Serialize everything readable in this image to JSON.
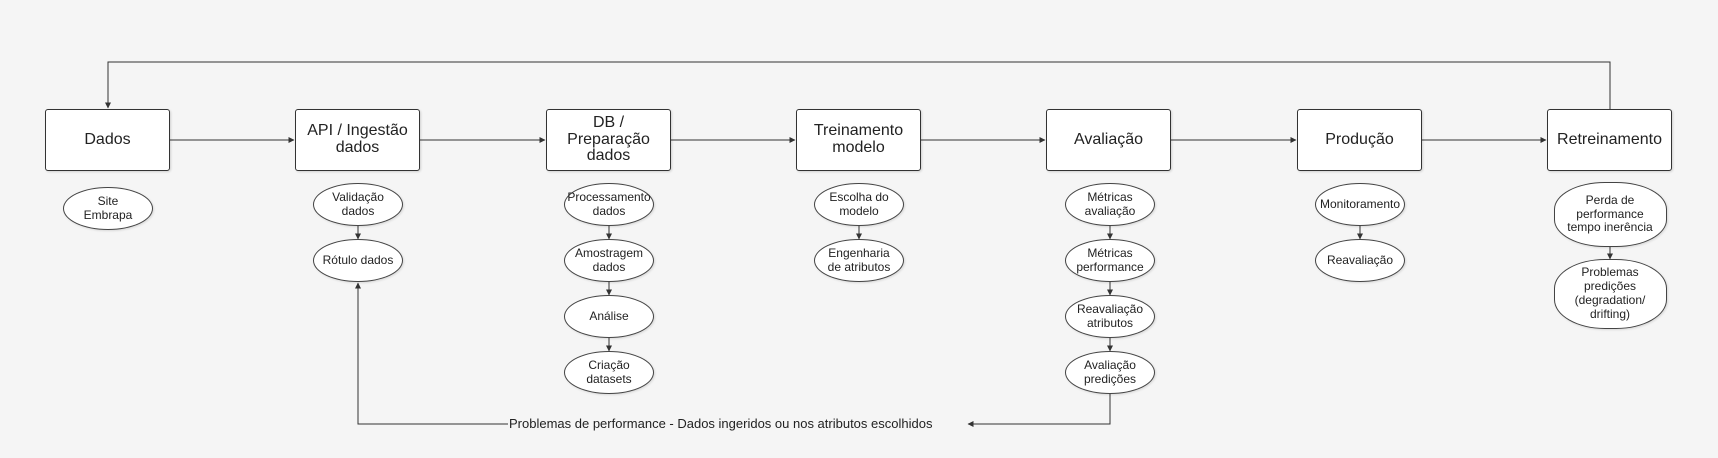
{
  "stages": [
    {
      "id": "dados",
      "label": "Dados"
    },
    {
      "id": "api",
      "label": "API / Ingestão\ndados"
    },
    {
      "id": "db",
      "label": "DB /\nPreparação\ndados"
    },
    {
      "id": "treino",
      "label": "Treinamento\nmodelo"
    },
    {
      "id": "avaliacao",
      "label": "Avaliação"
    },
    {
      "id": "producao",
      "label": "Produção"
    },
    {
      "id": "retreino",
      "label": "Retreinamento"
    }
  ],
  "substeps": {
    "dados": [
      "Site\nEmbrapa"
    ],
    "api": [
      "Validação\ndados",
      "Rótulo dados"
    ],
    "db": [
      "Processamento\ndados",
      "Amostragem\ndados",
      "Análise",
      "Criação\ndatasets"
    ],
    "treino": [
      "Escolha do\nmodelo",
      "Engenharia\nde atributos"
    ],
    "avaliacao": [
      "Métricas\navaliação",
      "Métricas\nperformance",
      "Reavaliação\natributos",
      "Avaliação\npredições"
    ],
    "producao": [
      "Monitoramento",
      "Reavaliação"
    ],
    "retreino": [
      "Perda de\nperformance\ntempo inerência",
      "Problemas\npredições\n(degradation/\ndrifting)"
    ]
  },
  "feedback_label": "Problemas de performance - Dados ingeridos ou nos atributos escolhidos",
  "colors": {
    "line": "#333333",
    "box_fill": "#ffffff",
    "background": "#f5f5f5"
  }
}
